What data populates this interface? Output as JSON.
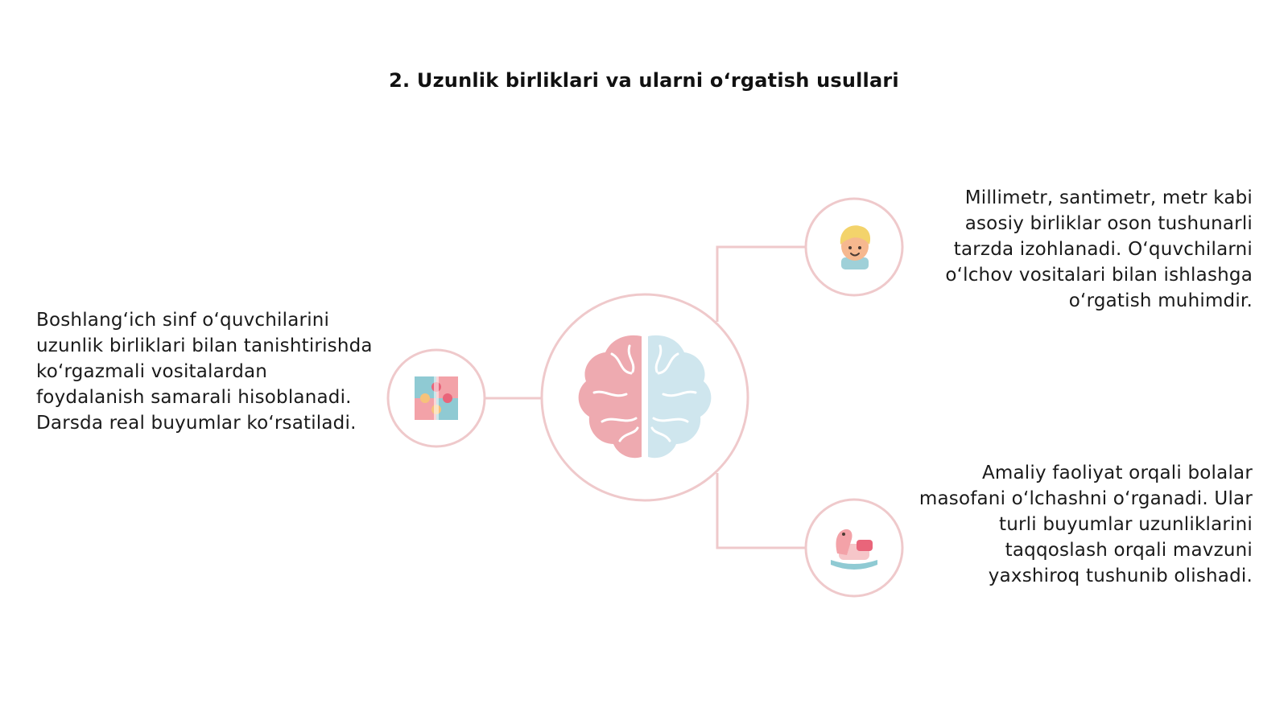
{
  "slide": {
    "title": "2. Uzunlik birliklari va ularni o‘rgatish usullari"
  },
  "diagram": {
    "center": {
      "icon": "brain-icon"
    },
    "nodes": [
      {
        "id": "left",
        "icon": "puzzle-icon",
        "text": "Boshlang‘ich sinf o‘quvchilarini uzunlik birliklari bilan tanishtirishda ko‘rgazmali vositalardan foydalanish samarali hisoblanadi. Darsda real buyumlar ko‘rsatiladi."
      },
      {
        "id": "top-right",
        "icon": "child-face-icon",
        "text": "Millimetr, santimetr, metr kabi asosiy birliklar oson tushunarli tarzda izohlanadi. O‘quvchilarni o‘lchov vositalari bilan ishlashga o‘rgatish muhimdir."
      },
      {
        "id": "bottom-right",
        "icon": "rocking-horse-icon",
        "text": "Amaliy faoliyat orqali bolalar masofani o‘lchashni o‘rganadi. Ular turli buyumlar uzunliklarini taqqoslash orqali mavzuni yaxshiroq tushunib olishadi."
      }
    ]
  },
  "colors": {
    "line": "#efc9cb",
    "brain_left": "#eeaab0",
    "brain_right": "#cfe6ee",
    "title": "#111111",
    "text": "#1a1a1a"
  }
}
